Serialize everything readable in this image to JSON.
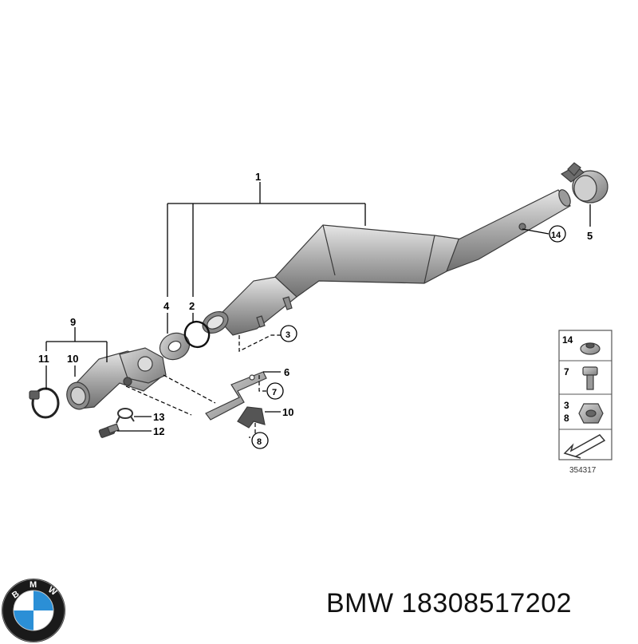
{
  "labels": {
    "l1": "1",
    "l2": "2",
    "l3": "3",
    "l4": "4",
    "l5": "5",
    "l6": "6",
    "l7": "7",
    "l8": "8",
    "l9": "9",
    "l10a": "10",
    "l10b": "10",
    "l11": "11",
    "l12": "12",
    "l13": "13",
    "l14": "14"
  },
  "legend": {
    "items": [
      {
        "label": "14"
      },
      {
        "label": "7"
      },
      {
        "label": "3"
      },
      {
        "label": "8"
      }
    ],
    "diagram_number": "354317"
  },
  "brand": {
    "logo_letters": "BMW",
    "caption": "BMW 18308517202"
  },
  "colors": {
    "part_fill": "#bdbdbd",
    "part_dark": "#7a7a7a",
    "line": "#000000"
  }
}
